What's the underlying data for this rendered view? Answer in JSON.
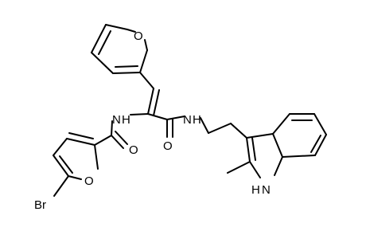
{
  "structure": {
    "atoms": {
      "O": "O",
      "N": "N",
      "NH": "NH",
      "Br": "Br",
      "H": "H"
    }
  }
}
